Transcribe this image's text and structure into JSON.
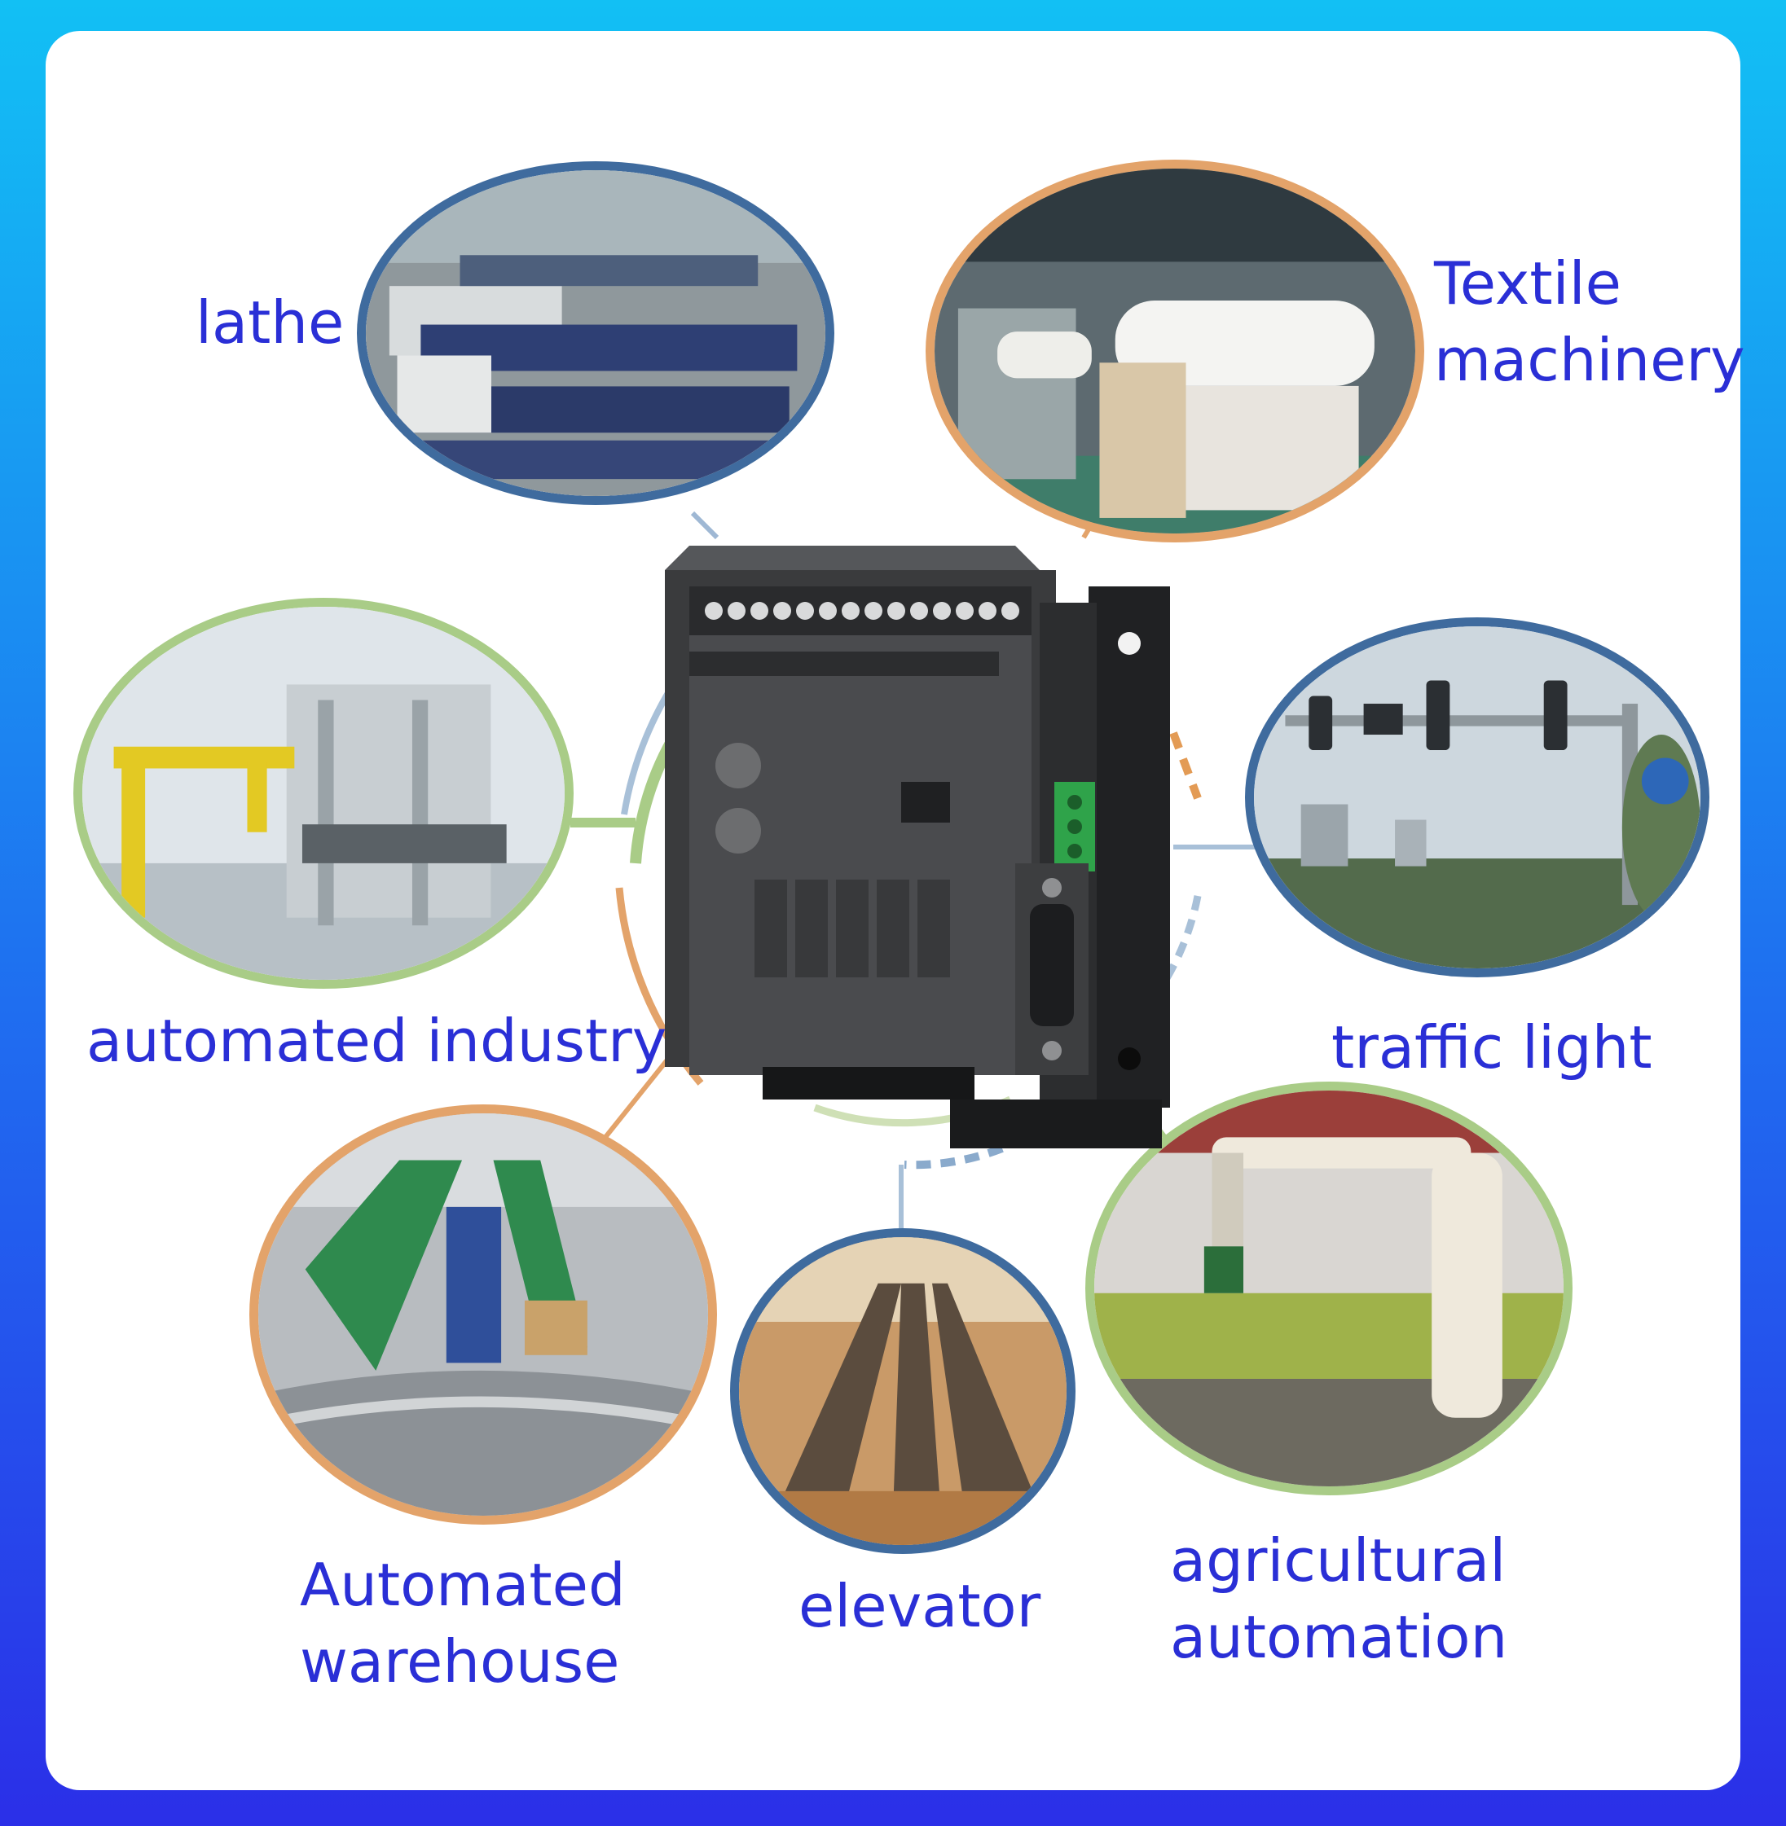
{
  "labels": {
    "lathe": "lathe",
    "textile_line1": "Textile",
    "textile_line2": "machinery",
    "automated_industry": "automated industry",
    "traffic_light": "traffic light",
    "warehouse_line1": "Automated",
    "warehouse_line2": "warehouse",
    "elevator": "elevator",
    "agri_line1": "agricultural",
    "agri_line2": "automation"
  },
  "colors": {
    "background_top": "#12c0f4",
    "background_bottom": "#2b2fe8",
    "label_text": "#2a2fd6",
    "ring_blue": "#3f6b9e",
    "ring_orange": "#e3a36a",
    "ring_green": "#a9cc87"
  },
  "icons": {
    "center_device": "plc-controller-board",
    "lathe_photo": "factory-machine-line-photo",
    "textile_photo": "textile-loom-photo",
    "industry_photo": "robot-arm-assembly-photo",
    "traffic_photo": "traffic-signal-photo",
    "warehouse_photo": "conveyor-belt-photo",
    "elevator_photo": "escalator-photo",
    "agri_photo": "greenhouse-robot-arm-photo"
  }
}
